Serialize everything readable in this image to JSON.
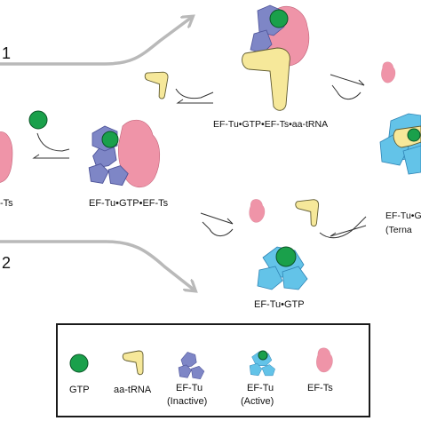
{
  "pathways": {
    "path1_label": "1",
    "path2_label": "2"
  },
  "complexes": {
    "ts_left_label": "-Ts",
    "tu_gtp_ts_label": "EF-Tu•GTP•EF-Ts",
    "tu_gtp_ts_trna_label": "EF-Tu•GTP•EF-Ts•aa-tRNA",
    "tu_gtp_label": "EF-Tu•GTP",
    "ternary_line1": "EF-Tu•G",
    "ternary_line2": "(Terna"
  },
  "legend": {
    "items": [
      {
        "label": "GTP",
        "icon": "gtp-icon"
      },
      {
        "label": "aa-tRNA",
        "icon": "trna-icon"
      },
      {
        "label": "EF-Tu",
        "sublabel": "(Inactive)",
        "icon": "ef-tu-inactive-icon"
      },
      {
        "label": "EF-Tu",
        "sublabel": "(Active)",
        "icon": "ef-tu-active-icon"
      },
      {
        "label": "EF-Ts",
        "icon": "ef-ts-icon"
      }
    ]
  },
  "colors": {
    "gtp": "#1aa04b",
    "ef_tu_inactive": "#7e86c6",
    "ef_tu_active": "#63c3e8",
    "ef_ts": "#ef8fa4",
    "aa_trna": "#f6e89a",
    "pathway_arrow": "#b9b9b9"
  }
}
